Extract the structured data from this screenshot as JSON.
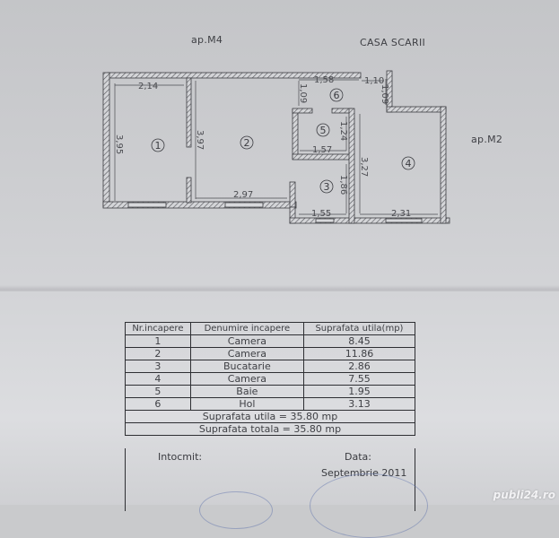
{
  "plan": {
    "labels": {
      "top_left_neighbor": "ap.M4",
      "stairwell": "CASA SCARII",
      "right_neighbor": "ap.M2"
    },
    "rooms": [
      {
        "number": "1"
      },
      {
        "number": "2"
      },
      {
        "number": "3"
      },
      {
        "number": "4"
      },
      {
        "number": "5"
      },
      {
        "number": "6"
      }
    ],
    "dimensions": {
      "room1_width": "2,14",
      "room1_height": "3,95",
      "room2_height": "3,97",
      "room2_width": "2,97",
      "hall_width": "1,58",
      "hall_height": "1,09",
      "hall_right_width": "1,10",
      "hall_right_height": "1,09",
      "bath_width": "1,57",
      "bath_height": "1,24",
      "kitchen_height": "1,86",
      "kitchen_width": "1,55",
      "room4_height": "3,27",
      "room4_width": "2,31"
    }
  },
  "table": {
    "headers": [
      "Nr.incapere",
      "Denumire incapere",
      "Suprafata utila(mp)"
    ],
    "rows": [
      [
        "1",
        "Camera",
        "8.45"
      ],
      [
        "2",
        "Camera",
        "11.86"
      ],
      [
        "3",
        "Bucatarie",
        "2.86"
      ],
      [
        "4",
        "Camera",
        "7.55"
      ],
      [
        "5",
        "Baie",
        "1.95"
      ],
      [
        "6",
        "Hol",
        "3.13"
      ]
    ],
    "usable_area": "Suprafata utila = 35.80 mp",
    "total_area": "Suprafata totala = 35.80 mp",
    "prepared_by_label": "Intocmit:",
    "date_label": "Data:",
    "date_value": "Septembrie 2011"
  },
  "watermark": "publi24.ro"
}
